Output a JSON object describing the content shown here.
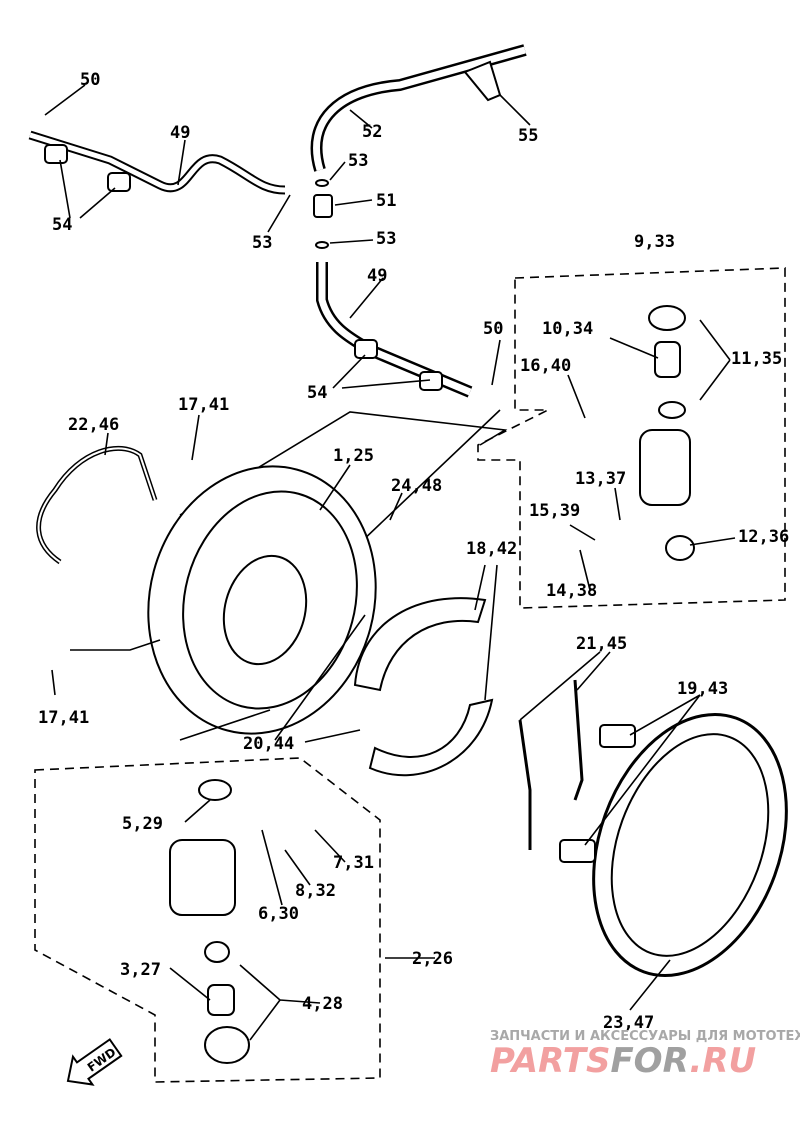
{
  "labels": [
    "50",
    "49",
    "54",
    "53",
    "52",
    "55",
    "53",
    "51",
    "53",
    "9,33",
    "49",
    "50",
    "10,34",
    "11,35",
    "16,40",
    "54",
    "17,41",
    "22,46",
    "1,25",
    "24,48",
    "18,42",
    "13,37",
    "15,39",
    "12,36",
    "14,38",
    "21,45",
    "19,43",
    "17,41",
    "20,44",
    "5,29",
    "7,31",
    "8,32",
    "6,30",
    "2,26",
    "3,27",
    "4,28",
    "23,47"
  ],
  "fwd_arrow": "FWD",
  "watermark": {
    "tagline": "ЗАПЧАСТИ И АКСЕССУАРЫ ДЛЯ МОТОТЕХНИКИ",
    "brand_a": "PARTS",
    "brand_b": "FOR",
    "brand_c": ".RU",
    "color_red": "#f2a0a0",
    "color_gray": "#a0a0a0"
  }
}
